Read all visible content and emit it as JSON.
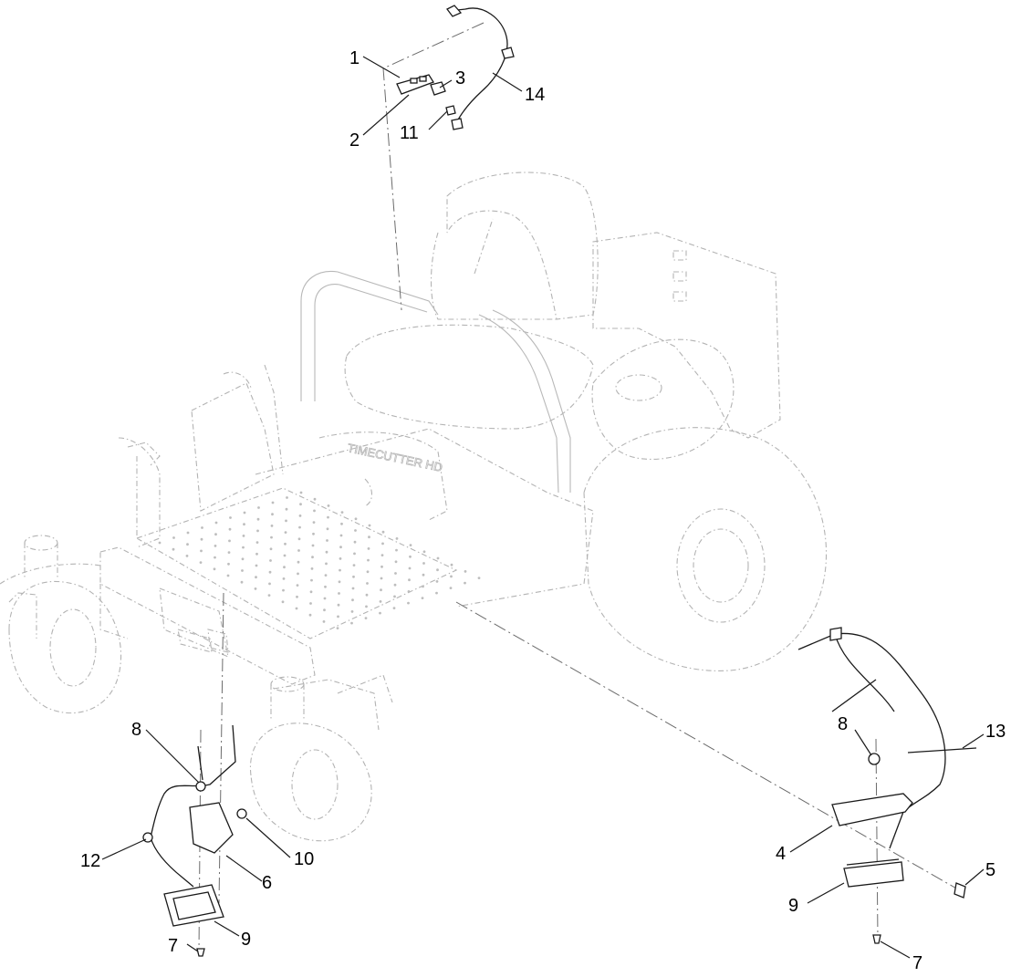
{
  "diagram": {
    "machine_text": "TIMECUTTER HD",
    "colors": {
      "ink": "#1a1a1a",
      "ghost": "#b3b3b3",
      "background": "#ffffff"
    },
    "callouts": {
      "c1": "1",
      "c2": "2",
      "c3": "3",
      "c4": "4",
      "c5": "5",
      "c6": "6",
      "c7a": "7",
      "c7b": "7",
      "c8a": "8",
      "c8b": "8",
      "c9a": "9",
      "c9b": "9",
      "c10": "10",
      "c11": "11",
      "c12": "12",
      "c13": "13",
      "c14": "14"
    }
  }
}
